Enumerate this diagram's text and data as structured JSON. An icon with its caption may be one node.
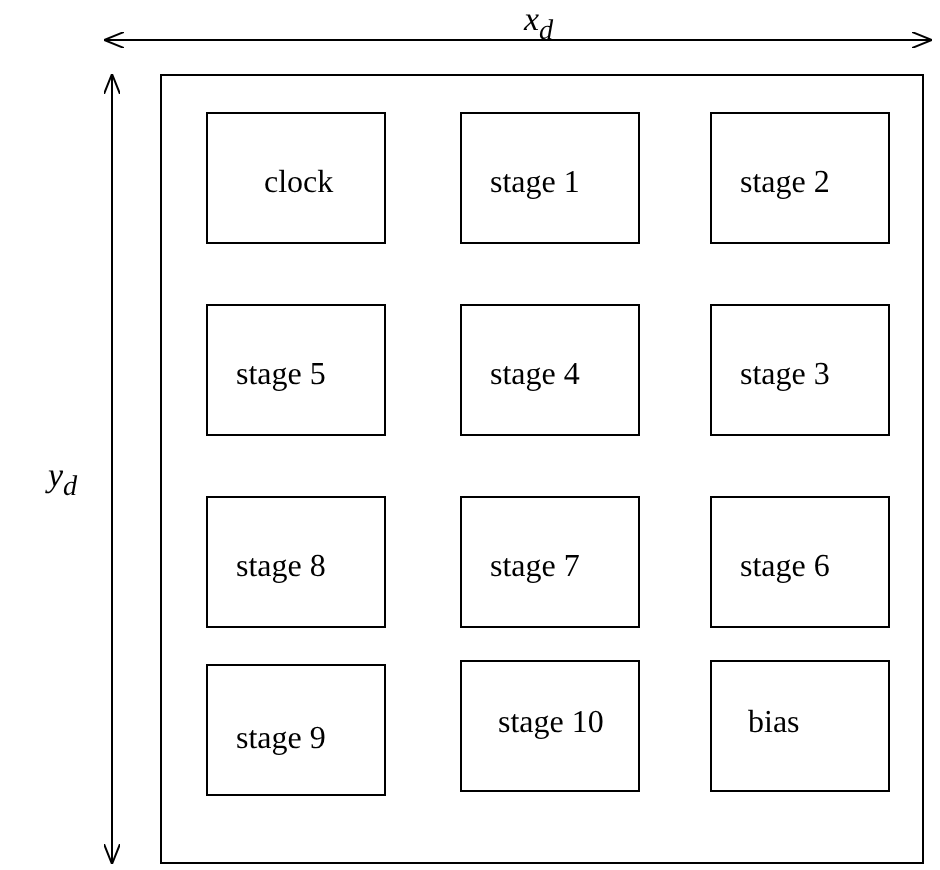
{
  "diagram": {
    "nodes": [
      {
        "text": [],
        "shape": "box"
      },
      {
        "text": [
          "clock"
        ],
        "in": 0
      },
      {
        "text": [
          "stage 1"
        ],
        "in": 0
      },
      {
        "text": [
          "stage 2"
        ],
        "in": 0
      },
      {
        "text": [
          "stage 5"
        ],
        "in": 0
      },
      {
        "text": [
          "stage 4"
        ],
        "in": 0
      },
      {
        "text": [
          "stage 3"
        ],
        "in": 0
      },
      {
        "text": [
          "stage 8"
        ],
        "in": 0
      },
      {
        "text": [
          "stage 7"
        ],
        "in": 0
      },
      {
        "text": [
          "stage 6"
        ],
        "in": 0
      },
      {
        "text": [
          "stage 9"
        ],
        "in": 0
      },
      {
        "text": [
          "stage 10"
        ],
        "in": 0
      },
      {
        "text": [
          "bias"
        ],
        "in": 0
      }
    ],
    "edges": [],
    "labels": [
      "x$_{d}$",
      "y$_{d}$"
    ]
  }
}
